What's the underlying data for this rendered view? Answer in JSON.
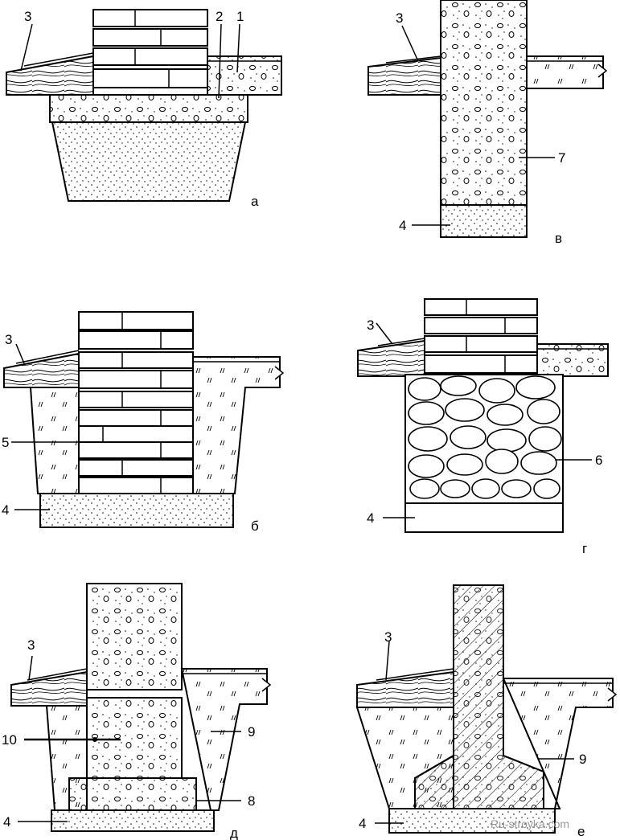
{
  "panels": [
    {
      "id": "a",
      "letter": "а",
      "callouts": [
        "3",
        "2",
        "1"
      ]
    },
    {
      "id": "v",
      "letter": "в",
      "callouts": [
        "3",
        "7",
        "4"
      ]
    },
    {
      "id": "b",
      "letter": "б",
      "callouts": [
        "3",
        "5",
        "4"
      ]
    },
    {
      "id": "g",
      "letter": "г",
      "callouts": [
        "3",
        "6",
        "4"
      ]
    },
    {
      "id": "d",
      "letter": "д",
      "callouts": [
        "3",
        "10",
        "9",
        "8",
        "4"
      ]
    },
    {
      "id": "e",
      "letter": "е",
      "callouts": [
        "3",
        "9",
        "4"
      ]
    }
  ],
  "watermark": "Ru-stroyka.com",
  "colors": {
    "line": "#000000",
    "background": "#ffffff"
  }
}
